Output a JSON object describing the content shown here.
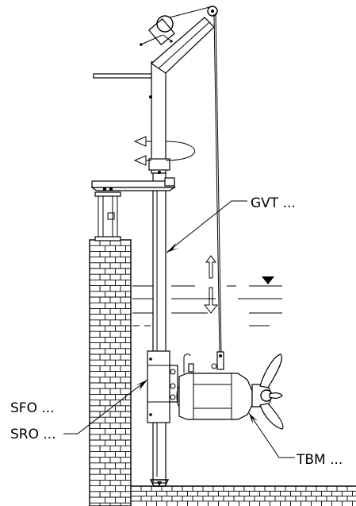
{
  "labels": {
    "guide": "GVT ...",
    "bracket_1": "SFO ...",
    "bracket_2": "SRO ...",
    "mixer": "TBM ..."
  }
}
